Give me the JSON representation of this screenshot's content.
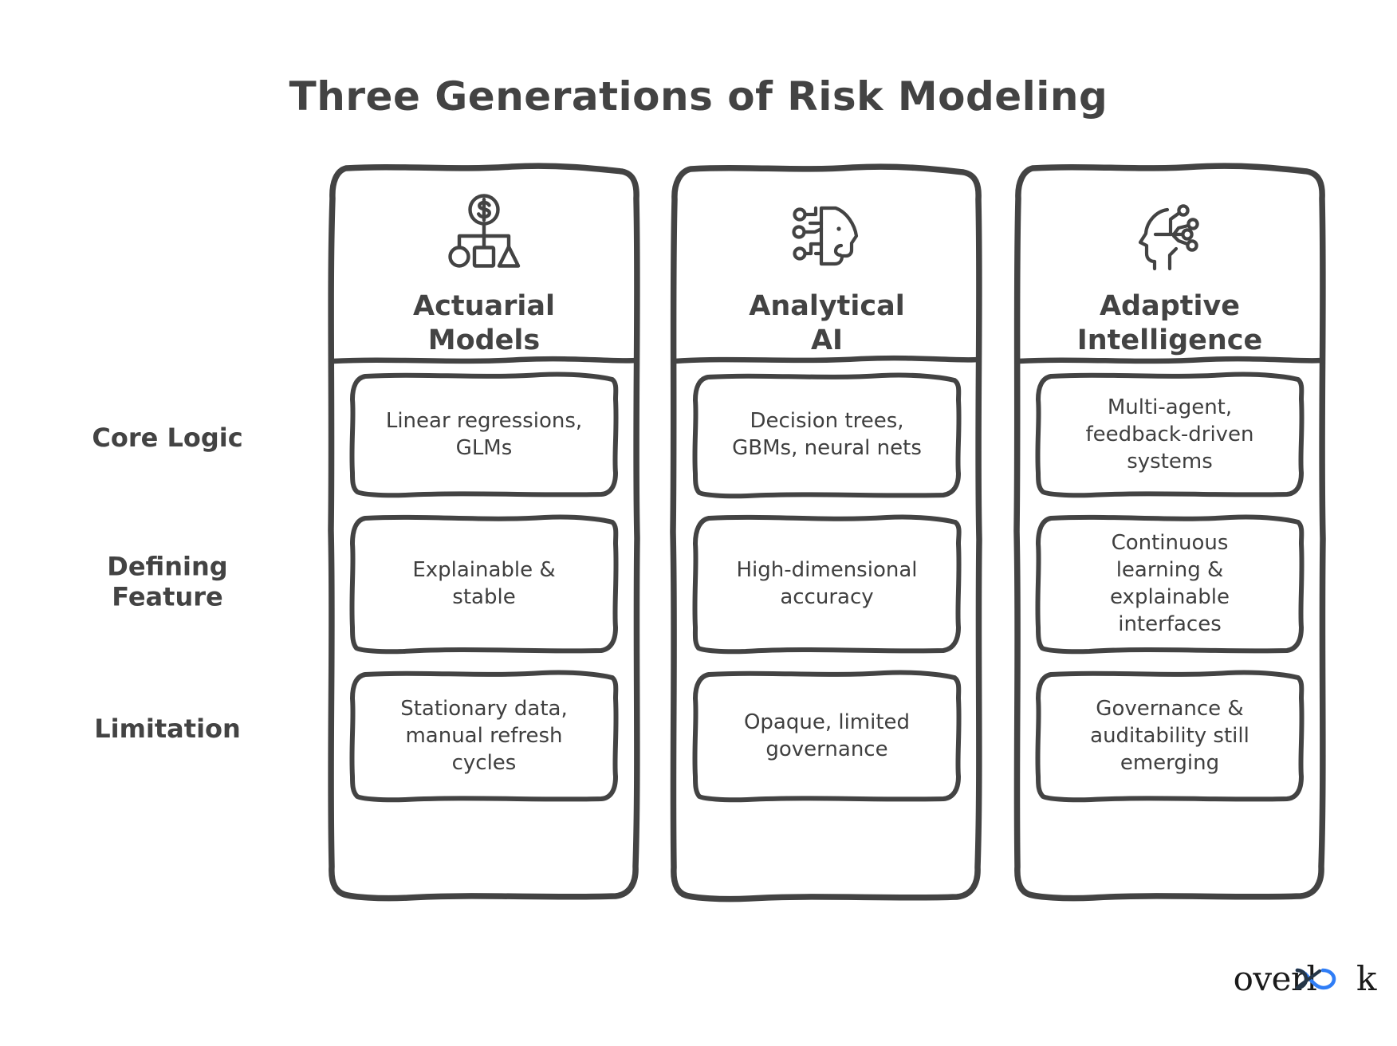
{
  "title": "Three Generations of Risk Modeling",
  "colors": {
    "ink": "#434343",
    "body_ink": "#3f3f3f",
    "background": "#ffffff",
    "logo_text": "#1b1b1b",
    "logo_accent": "#2f7df6",
    "logo_accent_dark": "#253648"
  },
  "row_labels": [
    {
      "label": "Core Logic"
    },
    {
      "label": "Defining\nFeature"
    },
    {
      "label": "Limitation"
    }
  ],
  "columns": [
    {
      "title": "Actuarial\nModels",
      "icon": "dollar-hierarchy-icon",
      "cells": [
        "Linear regressions,\nGLMs",
        "Explainable &\nstable",
        "Stationary data,\nmanual refresh\ncycles"
      ]
    },
    {
      "title": "Analytical\nAI",
      "icon": "circuit-head-profile-icon",
      "cells": [
        "Decision trees,\nGBMs, neural nets",
        "High-dimensional\naccuracy",
        "Opaque, limited\ngovernance"
      ]
    },
    {
      "title": "Adaptive\nIntelligence",
      "icon": "head-neural-network-icon",
      "cells": [
        "Multi-agent,\nfeedback-driven\nsystems",
        "Continuous\nlearning &\nexplainable\ninterfaces",
        "Governance &\nauditability still\nemerging"
      ]
    }
  ],
  "logo": {
    "text_before": "overl",
    "text_after": "k",
    "full_name": "overlook",
    "mark": "infinity-loop-mark"
  }
}
